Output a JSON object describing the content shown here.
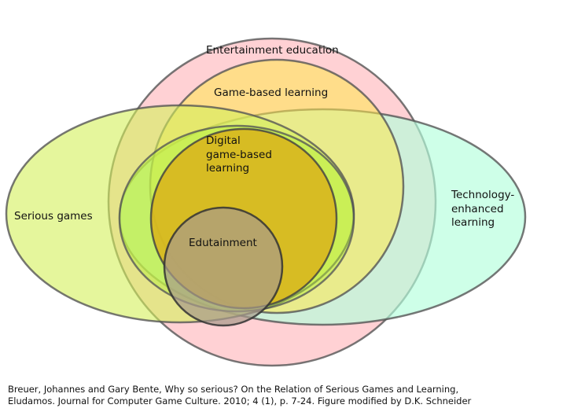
{
  "labels": {
    "entertainment_education": "Entertainment education",
    "game_based_learning": "Game-based learning",
    "digital_game_based_learning": [
      "Digital",
      "game-based",
      "learning"
    ],
    "serious_games": "Serious games",
    "technology_enhanced_learning": [
      "Technology-",
      "enhanced",
      "learning"
    ],
    "edutainment": "Edutainment"
  },
  "caption": {
    "line1": "Breuer, Johannes and Gary Bente, Why so serious? On the Relation of Serious Games and Learning,",
    "line2": "Eludamos. Journal for Computer Game Culture. 2010; 4 (1), p. 7-24. Figure modified by D.K. Schneider"
  },
  "colors": {
    "entertainment_education": "#ffb3b8",
    "technology_enhanced_learning": "#b3ffdc",
    "game_based_learning": "#ffe84d",
    "serious_games": "#d4f05a",
    "digital_ring": "#b4f03a",
    "digital_game_based_learning": "#d9b31a",
    "edutainment": "#a89a8a"
  }
}
